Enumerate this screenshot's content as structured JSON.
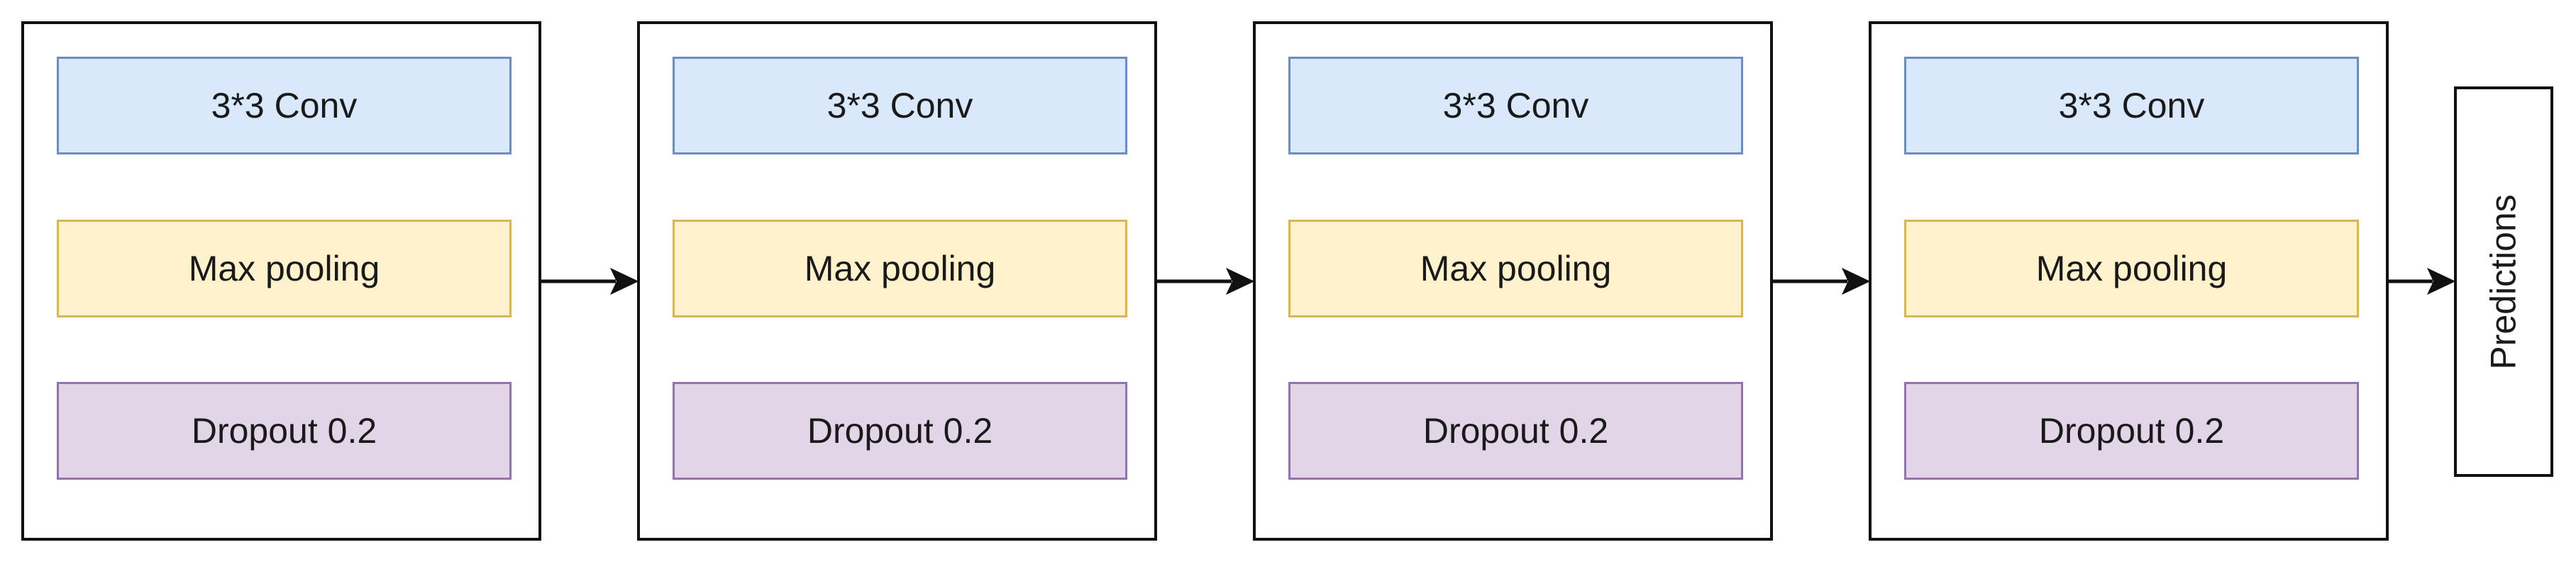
{
  "blocks": [
    {
      "conv": "3*3 Conv",
      "pool": "Max pooling",
      "dropout": "Dropout 0.2"
    },
    {
      "conv": "3*3 Conv",
      "pool": "Max pooling",
      "dropout": "Dropout 0.2"
    },
    {
      "conv": "3*3 Conv",
      "pool": "Max pooling",
      "dropout": "Dropout 0.2"
    },
    {
      "conv": "3*3 Conv",
      "pool": "Max pooling",
      "dropout": "Dropout 0.2"
    }
  ],
  "output": {
    "label": "Predictions"
  },
  "colors": {
    "conv_fill": "#dae8fc",
    "pool_fill": "#fff2cc",
    "dropout_fill": "#e1d5e7",
    "stroke": "#111111"
  }
}
